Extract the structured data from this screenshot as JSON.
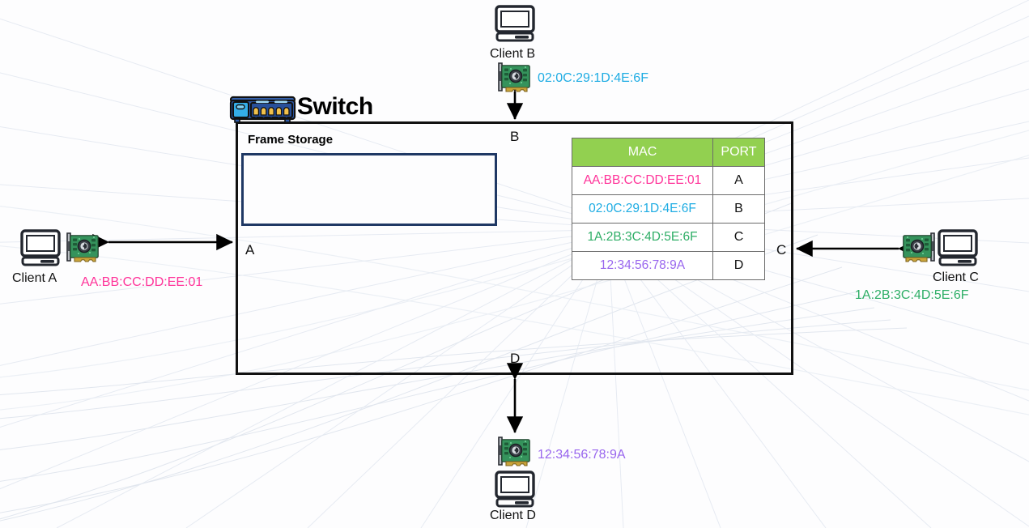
{
  "switch": {
    "title": "Switch",
    "frame_storage_label": "Frame Storage",
    "ports": {
      "a": "A",
      "b": "B",
      "c": "C",
      "d": "D"
    },
    "icon": "network-switch-icon"
  },
  "mac_table": {
    "headers": {
      "mac": "MAC",
      "port": "PORT"
    },
    "header_bg": "#92D050",
    "header_fg": "#FFFFFF",
    "rows": [
      {
        "mac": "AA:BB:CC:DD:EE:01",
        "port": "A",
        "color": "#FF3399"
      },
      {
        "mac": "02:0C:29:1D:4E:6F",
        "port": "B",
        "color": "#1EACE3"
      },
      {
        "mac": "1A:2B:3C:4D:5E:6F",
        "port": "C",
        "color": "#2EAE66"
      },
      {
        "mac": "12:34:56:78:9A",
        "port": "D",
        "color": "#9966EE"
      }
    ]
  },
  "clients": [
    {
      "id": "a",
      "name": "Client A",
      "mac": "AA:BB:CC:DD:EE:01",
      "color": "#FF3399",
      "nic": "nic-card-icon",
      "pc": "desktop-computer-icon"
    },
    {
      "id": "b",
      "name": "Client B",
      "mac": "02:0C:29:1D:4E:6F",
      "color": "#1EACE3",
      "nic": "nic-card-icon",
      "pc": "desktop-computer-icon"
    },
    {
      "id": "c",
      "name": "Client C",
      "mac": "1A:2B:3C:4D:5E:6F",
      "color": "#2EAE66",
      "nic": "nic-card-icon",
      "pc": "desktop-computer-icon"
    },
    {
      "id": "d",
      "name": "Client D",
      "mac": "12:34:56:78:9A",
      "color": "#9966EE",
      "nic": "nic-card-icon",
      "pc": "desktop-computer-icon"
    }
  ],
  "links": [
    {
      "from": "client-a",
      "to": "port-a",
      "arrow": "double"
    },
    {
      "from": "client-b",
      "to": "port-b",
      "arrow": "double"
    },
    {
      "from": "client-c",
      "to": "port-c",
      "arrow": "double"
    },
    {
      "from": "client-d",
      "to": "port-d",
      "arrow": "double"
    }
  ],
  "theme": {
    "background": "#FDFDFE",
    "chassis_border": "#111111",
    "frame_storage_border": "#1F3864",
    "switch_icon_body": "#2E5AA8",
    "switch_icon_panel": "#34AEE8",
    "switch_icon_port": "#F2C14B"
  }
}
